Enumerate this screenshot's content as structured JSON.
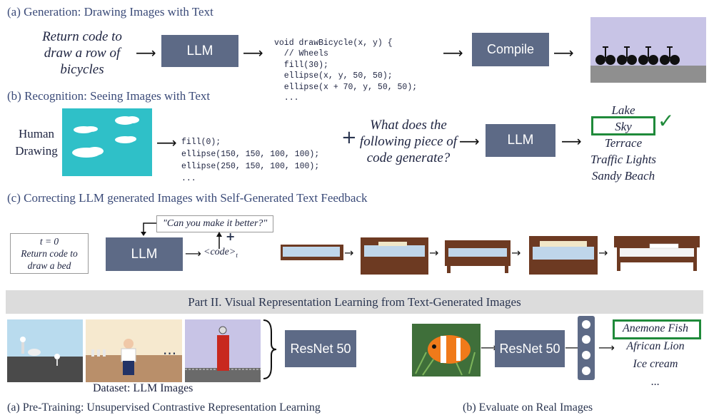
{
  "part1": {
    "a": {
      "title": "(a) Generation: Drawing Images with Text",
      "prompt": "Return code to draw a row of bicycles",
      "llm": "LLM",
      "code_lines": [
        "void drawBicycle(x, y) {",
        "  // Wheels",
        "  fill(30);",
        "  ellipse(x, y, 50, 50);",
        "  ellipse(x + 70, y, 50, 50);",
        "  ..."
      ],
      "compile": "Compile"
    },
    "b": {
      "title": "(b) Recognition: Seeing Images with Text",
      "input_label": "Human Drawing",
      "code_lines": [
        "fill(0);",
        "ellipse(150, 150, 100, 100);",
        "ellipse(250, 150, 100, 100);",
        "..."
      ],
      "plus": "+",
      "question": "What does the following piece of code generate?",
      "llm": "LLM",
      "options": [
        "Lake",
        "Sky",
        "Terrace",
        "Traffic Lights",
        "Sandy Beach"
      ],
      "check": "✓"
    },
    "c": {
      "title": "(c) Correcting LLM generated Images with Self-Generated Text Feedback",
      "t_label": "t = 0",
      "prompt": "Return code to draw a bed",
      "feedback": "\"Can you make it better?\"",
      "plus": "+",
      "llm": "LLM",
      "code_out": "<code>",
      "code_sub": "t"
    }
  },
  "part2": {
    "banner": "Part II. Visual Representation Learning from Text-Generated Images",
    "a": {
      "ellipsis": "...",
      "dataset_label": "Dataset: LLM Images",
      "model": "ResNet 50",
      "caption": "(a) Pre-Training: Unsupervised Contrastive Representation Learning"
    },
    "b": {
      "model": "ResNet 50",
      "classes": [
        "Anemone Fish",
        "African Lion",
        "Ice cream",
        "..."
      ],
      "caption": "(b) Evaluate on Real Images"
    }
  },
  "colors": {
    "box": "#5d6a86",
    "highlight": "#1f8a3a",
    "sky": "#2fc0c8",
    "banner": "#dcdcdc"
  }
}
